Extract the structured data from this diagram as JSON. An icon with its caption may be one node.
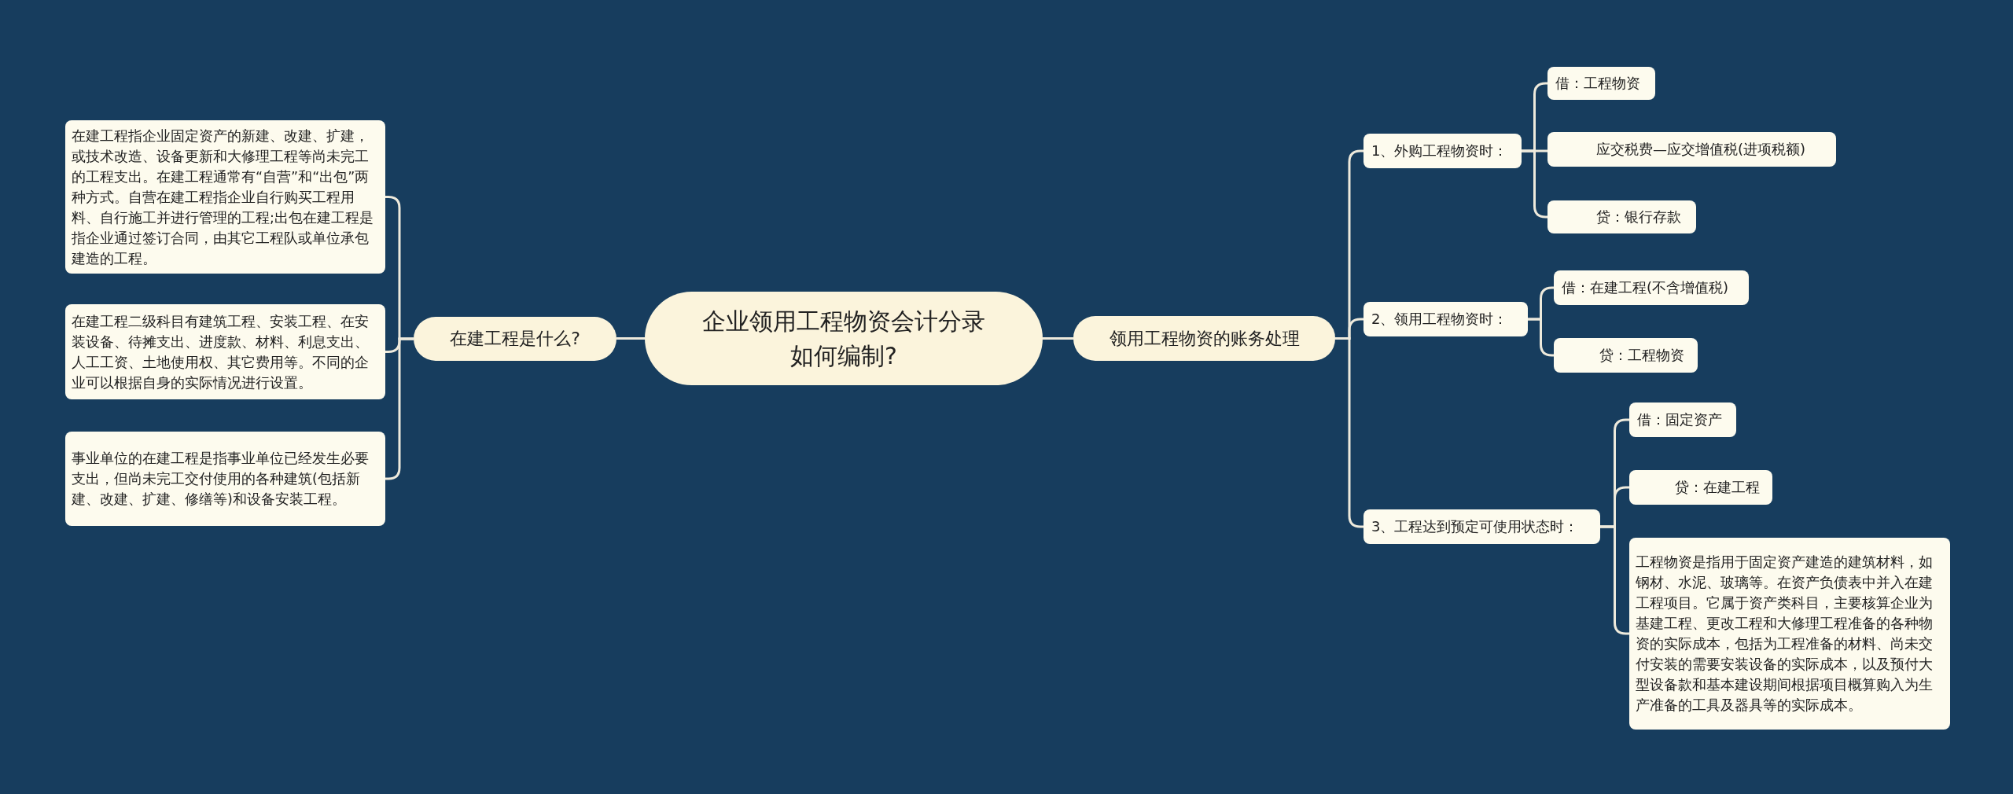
{
  "diagram": {
    "nodes": [
      {
        "text": [
          "企业领用工程物资会计分录如何编制?"
        ]
      },
      {
        "text": [
          "在建工程是什么?"
        ]
      },
      {
        "text": [
          "在建工程指企业固定资产的新建、改建、扩建，或技术改造、设备更新和大修理工程等尚未完工的工程支出。在建工程通常有“自营”和“出包”两种方式。自营在建工程指企业自行购买工程用料、自行施工并进行管理的工程;出包在建工程是指企业通过签订合同，由其它工程队或单位承包建造的工程。"
        ]
      },
      {
        "text": [
          "在建工程二级科目有建筑工程、安装工程、在安装设备、待摊支出、进度款、材料、利息支出、人工工资、土地使用权、其它费用等。不同的企业可以根据自身的实际情况进行设置。"
        ]
      },
      {
        "text": [
          "事业单位的在建工程是指事业单位已经发生必要支出，但尚未完工交付使用的各种建筑(包括新建、改建、扩建、修缮等)和设备安装工程。"
        ]
      },
      {
        "text": [
          "领用工程物资的账务处理"
        ]
      },
      {
        "text": [
          "1、外购工程物资时："
        ]
      },
      {
        "text": [
          "借：工程物资"
        ]
      },
      {
        "text": [
          "应交税费—应交增值税(进项税额)"
        ]
      },
      {
        "text": [
          "贷：银行存款"
        ]
      },
      {
        "text": [
          "2、领用工程物资时："
        ]
      },
      {
        "text": [
          "借：在建工程(不含增值税)"
        ]
      },
      {
        "text": [
          "贷：工程物资"
        ]
      },
      {
        "text": [
          "3、工程达到预定可使用状态时："
        ]
      },
      {
        "text": [
          "借：固定资产"
        ]
      },
      {
        "text": [
          "贷：在建工程"
        ]
      },
      {
        "text": [
          "工程物资是指用于固定资产建造的建筑材料，如钢材、水泥、玻璃等。在资产负债表中并入在建工程项目。它属于资产类科目，主要核算企业为基建工程、更改工程和大修理工程准备的各种物资的实际成本，包括为工程准备的材料、尚未交付安装的需要安装设备的实际成本，以及预付大型设备款和基本建设期间根据项目概算购入为生产准备的工具及器具等的实际成本。"
        ]
      }
    ],
    "edges": [
      {
        "from": 0,
        "to": 1,
        "arrow": "none"
      },
      {
        "from": 1,
        "to": 2,
        "arrow": "none"
      },
      {
        "from": 1,
        "to": 3,
        "arrow": "none"
      },
      {
        "from": 1,
        "to": 4,
        "arrow": "none"
      },
      {
        "from": 0,
        "to": 5,
        "arrow": "none"
      },
      {
        "from": 5,
        "to": 6,
        "arrow": "none"
      },
      {
        "from": 6,
        "to": 7,
        "arrow": "none"
      },
      {
        "from": 6,
        "to": 8,
        "arrow": "none"
      },
      {
        "from": 6,
        "to": 9,
        "arrow": "none"
      },
      {
        "from": 5,
        "to": 10,
        "arrow": "none"
      },
      {
        "from": 10,
        "to": 11,
        "arrow": "none"
      },
      {
        "from": 10,
        "to": 12,
        "arrow": "none"
      },
      {
        "from": 5,
        "to": 13,
        "arrow": "none"
      },
      {
        "from": 13,
        "to": 14,
        "arrow": "none"
      },
      {
        "from": 13,
        "to": 15,
        "arrow": "none"
      },
      {
        "from": 13,
        "to": 16,
        "arrow": "none"
      }
    ]
  }
}
